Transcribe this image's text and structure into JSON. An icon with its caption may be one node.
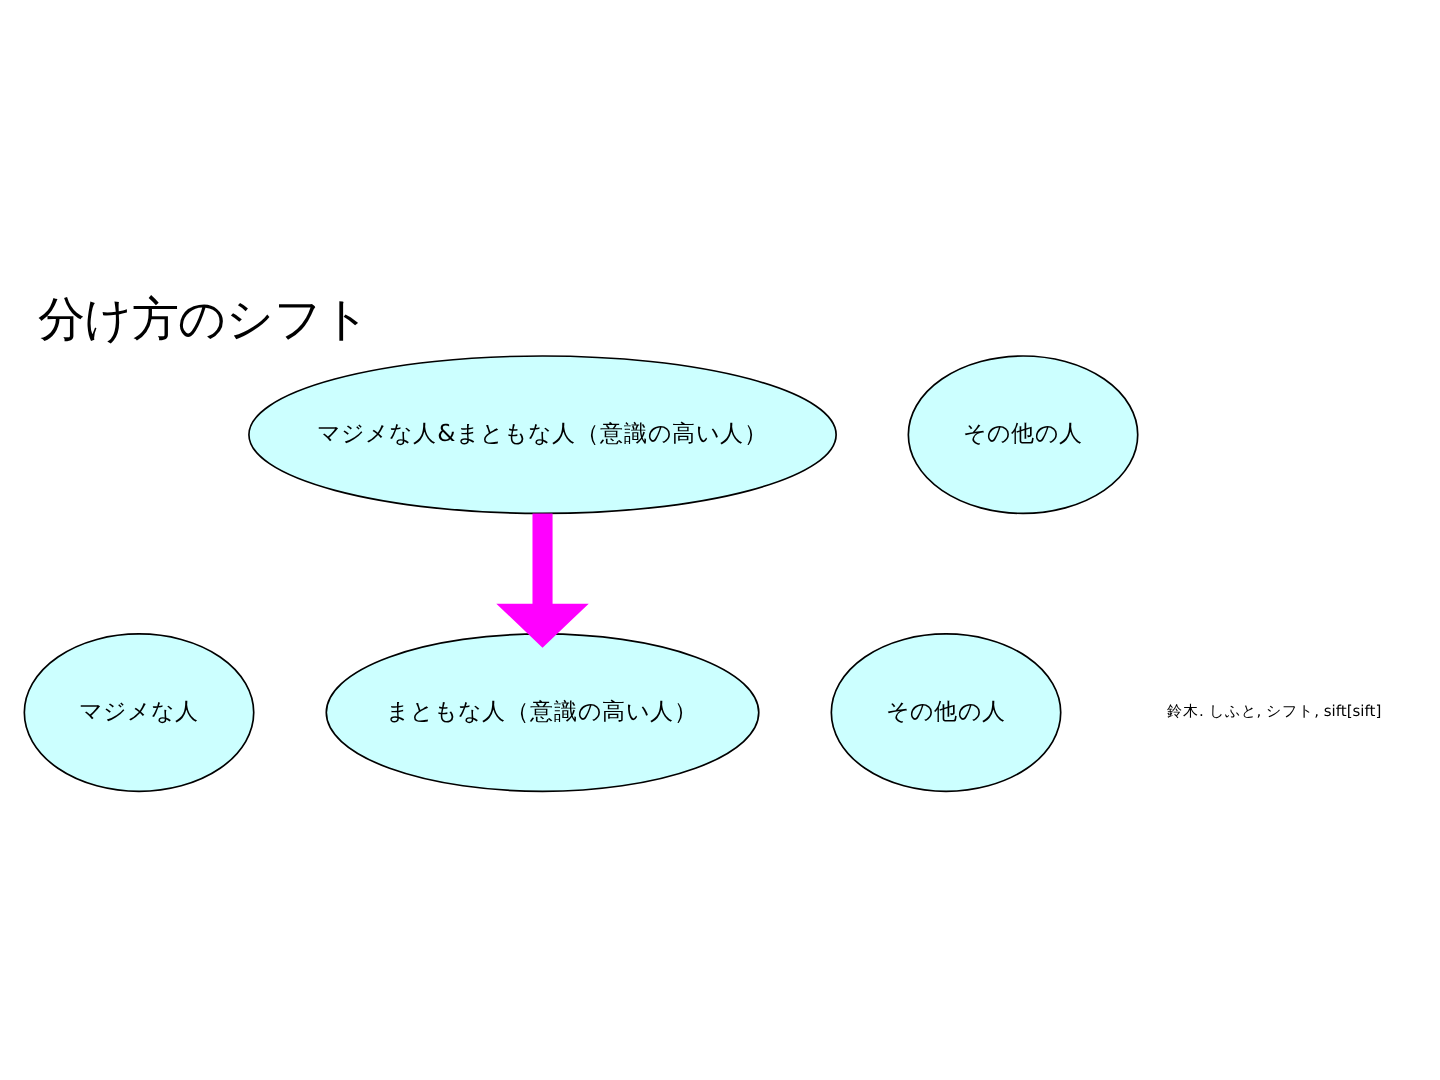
{
  "diagram": {
    "title": "分け方のシフト",
    "nodes": [
      {
        "text": [
          "マジメな人&まともな人（意識の高い人）"
        ]
      },
      {
        "text": [
          "その他の人"
        ]
      },
      {
        "text": [
          "マジメな人"
        ]
      },
      {
        "text": [
          "まともな人（意識の高い人）"
        ]
      },
      {
        "text": [
          "その他の人"
        ]
      }
    ],
    "edges": [
      {
        "from": 0,
        "to": 3,
        "arrow": "to",
        "color": "#ff00ff"
      }
    ],
    "labels": [
      "鈴木. しふと, シフト, sift[sift]"
    ]
  }
}
